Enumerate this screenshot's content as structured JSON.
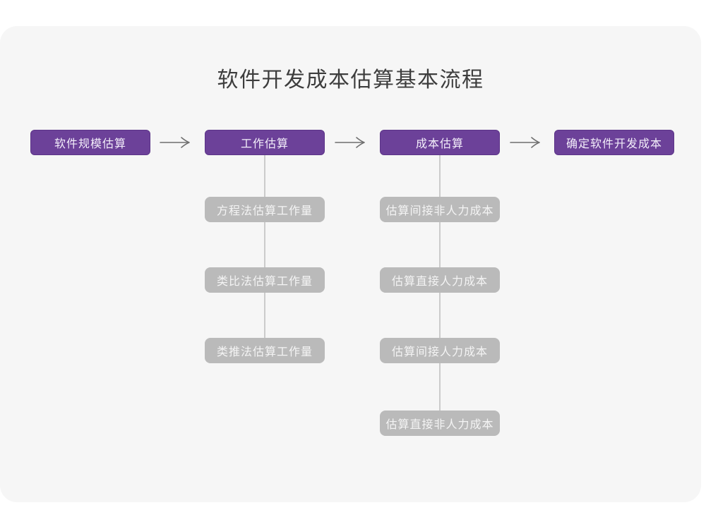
{
  "title": "软件开发成本估算基本流程",
  "colors": {
    "page_bg": "#ffffff",
    "card_bg": "#f6f6f6",
    "stage_bg": "#6c4199",
    "stage_border": "#5c3488",
    "stage_text": "#f3eefa",
    "sub_bg": "#bababa",
    "sub_text": "#f4f4f4",
    "connector": "#cbcbcb",
    "arrow": "#6f6f6f",
    "title_text": "#3d3d3d"
  },
  "flow": {
    "stages": [
      {
        "label": "软件规模估算",
        "substeps": []
      },
      {
        "label": "工作估算",
        "substeps": [
          "方程法估算工作量",
          "类比法估算工作量",
          "类推法估算工作量"
        ]
      },
      {
        "label": "成本估算",
        "substeps": [
          "估算间接非人力成本",
          "估算直接人力成本",
          "估算间接人力成本",
          "估算直接非人力成本"
        ]
      },
      {
        "label": "确定软件开发成本",
        "substeps": []
      }
    ],
    "arrow_icon": "arrow-right-icon"
  }
}
